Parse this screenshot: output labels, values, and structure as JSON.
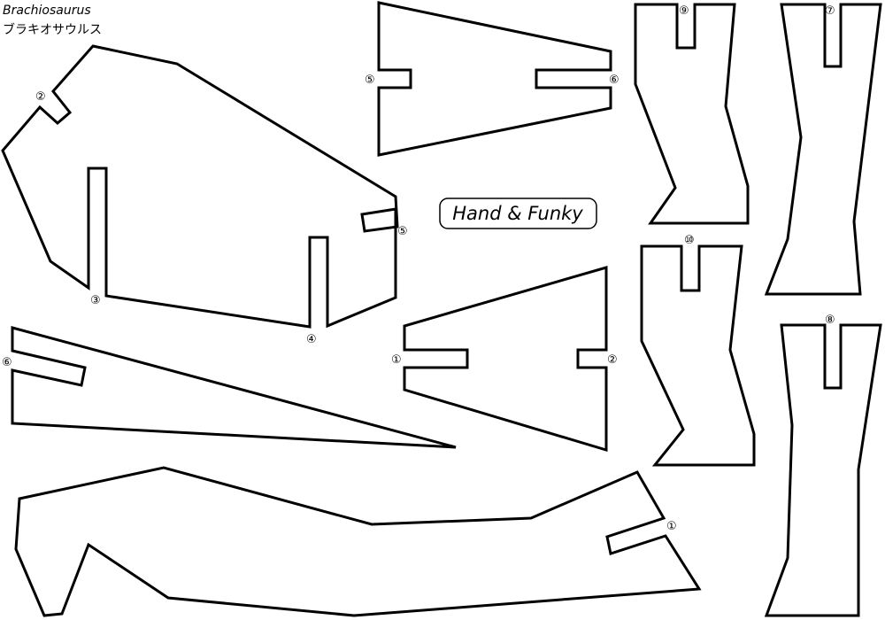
{
  "title": {
    "english": "Brachiosaurus",
    "japanese": "ブラキオサウルス"
  },
  "logo": "Hand & Funky",
  "slot_labels": {
    "body_2": "②",
    "body_3": "③",
    "body_4": "④",
    "body_5": "⑤",
    "neck_5": "⑤",
    "neck_6": "⑥",
    "tail_6": "⑥",
    "head_1": "①",
    "head_2": "②",
    "leg_9": "⑨",
    "leg_10": "⑩",
    "leg_7": "⑦",
    "leg_8": "⑧",
    "long_1": "①"
  }
}
